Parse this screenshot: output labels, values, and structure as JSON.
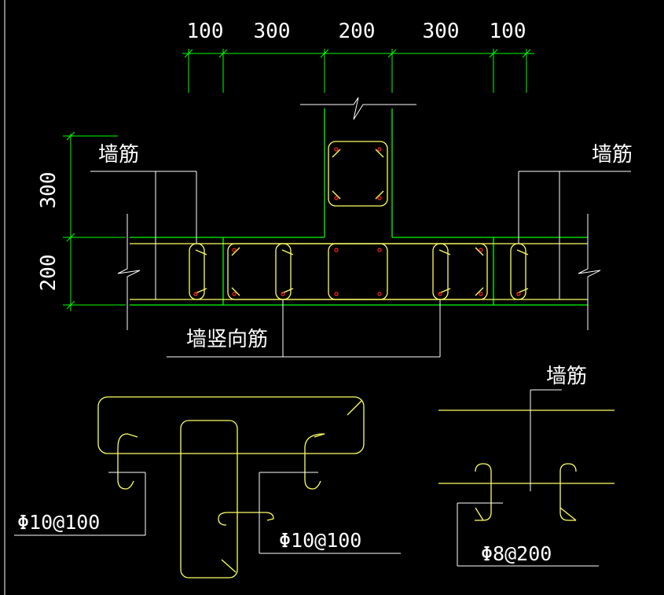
{
  "dimensions": {
    "horizontal": [
      "100",
      "300",
      "200",
      "300",
      "100"
    ],
    "vertical": [
      "300",
      "200"
    ]
  },
  "labels": {
    "wall_rebar_left": "墙筋",
    "wall_rebar_right": "墙筋",
    "wall_vertical_rebar": "墙竖向筋",
    "wall_rebar_detail": "墙筋"
  },
  "rebar_specs": {
    "stirrup_left": "Φ10@100",
    "stirrup_center": "Φ10@100",
    "tie_right": "Φ8@200"
  },
  "colors": {
    "background": "#000000",
    "dimension": "#00ff00",
    "rebar": "#ffff66",
    "annotation": "#ffffff",
    "rebar_point": "#ff2020"
  }
}
